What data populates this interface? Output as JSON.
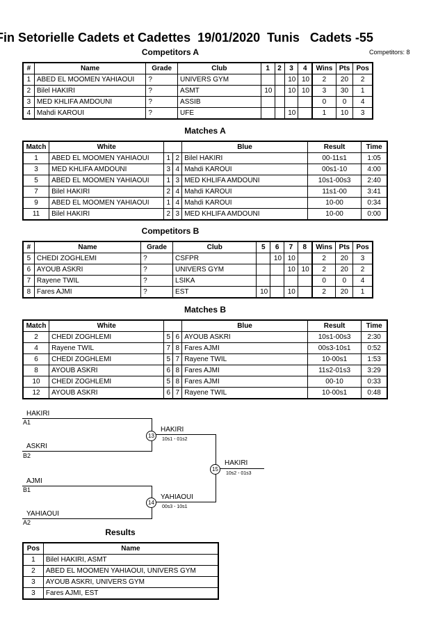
{
  "title": "Fin Setorielle Cadets et Cadettes  19/01/2020  Tunis   Cadets -55",
  "competitors_a": {
    "title": "Competitors A",
    "count_label": "Competitors: 8",
    "headers": [
      "#",
      "Name",
      "Grade",
      "Club",
      "1",
      "2",
      "3",
      "4",
      "Wins",
      "Pts",
      "Pos"
    ],
    "rows": [
      [
        "1",
        "ABED EL MOOMEN YAHIAOUI",
        "?",
        "UNIVERS GYM",
        "",
        "",
        "10",
        "10",
        "2",
        "20",
        "2"
      ],
      [
        "2",
        "Bilel HAKIRI",
        "?",
        "ASMT",
        "10",
        "",
        "10",
        "10",
        "3",
        "30",
        "1"
      ],
      [
        "3",
        "MED KHLIFA AMDOUNI",
        "?",
        "ASSIB",
        "",
        "",
        "",
        "",
        "0",
        "0",
        "4"
      ],
      [
        "4",
        "Mahdi KAROUI",
        "?",
        "UFE",
        "",
        "",
        "10",
        "",
        "1",
        "10",
        "3"
      ]
    ]
  },
  "matches_a": {
    "title": "Matches A",
    "headers": [
      "Match",
      "White",
      "Blue",
      "Result",
      "Time"
    ],
    "rows": [
      [
        "1",
        "ABED EL MOOMEN YAHIAOUI",
        "1",
        "2",
        "Bilel HAKIRI",
        "00-11s1",
        "1:05"
      ],
      [
        "3",
        "MED KHLIFA AMDOUNI",
        "3",
        "4",
        "Mahdi KAROUI",
        "00s1-10",
        "4:00"
      ],
      [
        "5",
        "ABED EL MOOMEN YAHIAOUI",
        "1",
        "3",
        "MED KHLIFA AMDOUNI",
        "10s1-00s3",
        "2:40"
      ],
      [
        "7",
        "Bilel HAKIRI",
        "2",
        "4",
        "Mahdi KAROUI",
        "11s1-00",
        "3:41"
      ],
      [
        "9",
        "ABED EL MOOMEN YAHIAOUI",
        "1",
        "4",
        "Mahdi KAROUI",
        "10-00",
        "0:34"
      ],
      [
        "11",
        "Bilel HAKIRI",
        "2",
        "3",
        "MED KHLIFA AMDOUNI",
        "10-00",
        "0:00"
      ]
    ]
  },
  "competitors_b": {
    "title": "Competitors B",
    "headers": [
      "#",
      "Name",
      "Grade",
      "Club",
      "5",
      "6",
      "7",
      "8",
      "Wins",
      "Pts",
      "Pos"
    ],
    "rows": [
      [
        "5",
        "CHEDI ZOGHLEMI",
        "?",
        "CSFPR",
        "",
        "10",
        "10",
        "",
        "2",
        "20",
        "3"
      ],
      [
        "6",
        "AYOUB ASKRI",
        "?",
        "UNIVERS GYM",
        "",
        "",
        "10",
        "10",
        "2",
        "20",
        "2"
      ],
      [
        "7",
        "Rayene TWIL",
        "?",
        "LSIKA",
        "",
        "",
        "",
        "",
        "0",
        "0",
        "4"
      ],
      [
        "8",
        "Fares AJMI",
        "?",
        "EST",
        "10",
        "",
        "10",
        "",
        "2",
        "20",
        "1"
      ]
    ]
  },
  "matches_b": {
    "title": "Matches B",
    "headers": [
      "Match",
      "White",
      "Blue",
      "Result",
      "Time"
    ],
    "rows": [
      [
        "2",
        "CHEDI ZOGHLEMI",
        "5",
        "6",
        "AYOUB ASKRI",
        "10s1-00s3",
        "2:30"
      ],
      [
        "4",
        "Rayene TWIL",
        "7",
        "8",
        "Fares AJMI",
        "00s3-10s1",
        "0:52"
      ],
      [
        "6",
        "CHEDI ZOGHLEMI",
        "5",
        "7",
        "Rayene TWIL",
        "10-00s1",
        "1:53"
      ],
      [
        "8",
        "AYOUB ASKRI",
        "6",
        "8",
        "Fares AJMI",
        "11s2-01s3",
        "3:29"
      ],
      [
        "10",
        "CHEDI ZOGHLEMI",
        "5",
        "8",
        "Fares AJMI",
        "00-10",
        "0:33"
      ],
      [
        "12",
        "AYOUB ASKRI",
        "6",
        "7",
        "Rayene TWIL",
        "10-00s1",
        "0:48"
      ]
    ]
  },
  "bracket": {
    "semi1_top_name": "HAKIRI",
    "semi1_top_code": "A1",
    "semi1_bottom_name": "ASKRI",
    "semi1_bottom_code": "B2",
    "semi1_match": "13",
    "semi1_winner": "HAKIRI",
    "semi1_score": "10s1 - 01s2",
    "semi2_top_name": "AJMI",
    "semi2_top_code": "B1",
    "semi2_bottom_name": "YAHIAOUI",
    "semi2_bottom_code": "A2",
    "semi2_match": "14",
    "semi2_winner": "YAHIAOUI",
    "semi2_score": "00s3 - 10s1",
    "final_match": "15",
    "final_winner": "HAKIRI",
    "final_score": "10s2 - 01s3"
  },
  "results": {
    "title": "Results",
    "headers": [
      "Pos",
      "Name"
    ],
    "rows": [
      [
        "1",
        "Bilel HAKIRI, ASMT"
      ],
      [
        "2",
        "ABED EL MOOMEN YAHIAOUI, UNIVERS GYM"
      ],
      [
        "3",
        "AYOUB ASKRI, UNIVERS GYM"
      ],
      [
        "3",
        "Fares AJMI, EST"
      ]
    ]
  }
}
